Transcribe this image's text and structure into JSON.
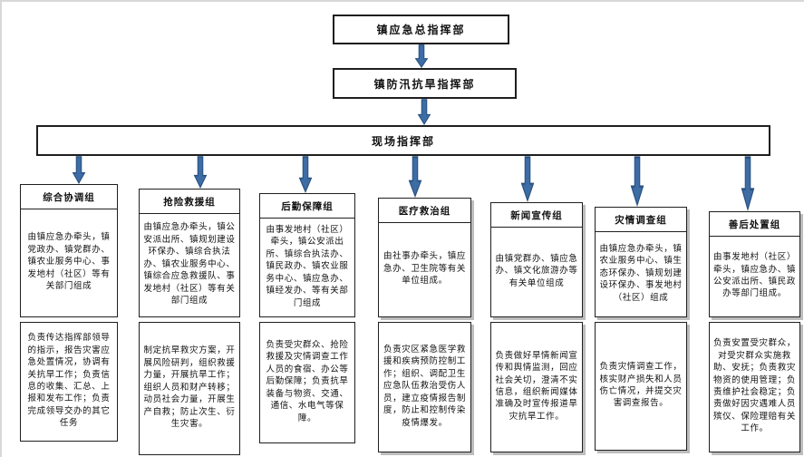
{
  "colors": {
    "arrow_fill": "#3e6ca5",
    "arrow_stroke": "#264f7d",
    "box_border": "#1f1f1f",
    "shadow": "#bdbdbd",
    "page_edge": "#d8d8d8"
  },
  "hierarchy": {
    "level1": "镇应急总指挥部",
    "level2": "镇防汛抗旱指挥部",
    "level3": "现场指挥部"
  },
  "groups": [
    {
      "title": "综合协调组",
      "composition": "由镇应急办牵头，镇党政办、镇党群办、镇农业服务中心、事发地村（社区）等有关部门组成",
      "duties": "负责传达指挥部领导的指示，报告灾害应急处置情况，协调有关抗旱工作；负责信息的收集、汇总、上报和发布工作；负责完成领导交办的其它任务"
    },
    {
      "title": "抢险救援组",
      "composition": "由镇应急办牵头，镇公安派出所、镇规划建设环保办、镇综合执法办、镇农业服务中心、镇综合应急救援队、事发地村（社区）等有关部门组成",
      "duties": "制定抗旱救灾方案，开展风险研判，组织救援力量，开展抗旱工作；组织人员和财产转移；动员社会力量，开展生产自救；防止次生、衍生灾害。"
    },
    {
      "title": "后勤保障组",
      "composition": "由事发地村（社区）牵头，镇公安派出所、镇综合执法办、镇民政办、镇农业服务中心、镇应急办、镇经发办、等有关部门组成",
      "duties": "负责受灾群众、抢险救援及灾情调查工作人员的食宿、办公等后勤保障；负责抗旱装备与物资、交通、通信、水电气等保障。"
    },
    {
      "title": "医疗救治组",
      "composition": "由社事办牵头，镇应急办、卫生院等有关单位组成。",
      "duties": "负责灾区紧急医学救援和疾病预防控制工作；组织、调配卫生应急队伍救治受伤人员，建立疫情报告制度，防止和控制传染疫情爆发。"
    },
    {
      "title": "新闻宣传组",
      "composition": "由镇党群办、镇应急办、镇文化旅游办等有关单位组成",
      "duties": "负责做好旱情新闻宣传和舆情监测，回应社会关切，澄清不实信息，组织新闻媒体准确及时宣传报道旱灾抗旱工作。"
    },
    {
      "title": "灾情调查组",
      "composition": "由镇应急办牵头，镇农业服务中心、镇生态环保办、镇规划建设环保办、事发地村（社区）组成",
      "duties": "负责灾情调查工作，核实财产损失和人员伤亡情况，并提交灾害调查报告。"
    },
    {
      "title": "善后处置组",
      "composition": "由事发地村（社区）牵头，镇应急办、镇公安派出所、镇民政办等部门组成。",
      "duties": "负责安置受灾群众，对受灾群众实施救助、安抚；负责救灾物资的使用管理；负责维护社会稳定；负责做好因灾遇难人员殡仪、保险理赔有关工作。"
    }
  ]
}
